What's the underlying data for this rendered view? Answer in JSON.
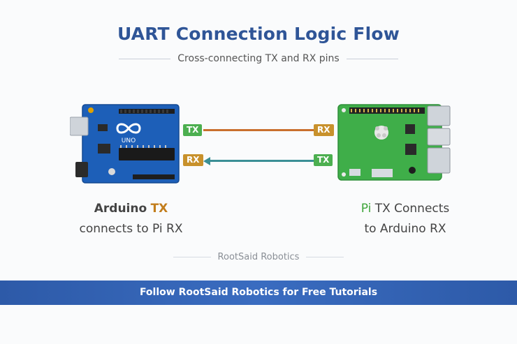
{
  "title": "UART Connection Logic Flow",
  "subtitle": "Cross-connecting TX and RX pins",
  "arduino": {
    "logo": "UNO",
    "tx_pin": "TX",
    "rx_pin": "RX",
    "caption_name": "Arduino",
    "caption_pin": "TX",
    "caption_rest": "connects to Pi RX"
  },
  "pi": {
    "rx_pin": "RX",
    "tx_pin": "TX",
    "caption_name": "Pi",
    "caption_rest1": "TX Connects",
    "caption_rest2": "to Arduino RX"
  },
  "footer": "RootSaid Robotics",
  "banner": "Follow RootSaid Robotics for Free Tutorials",
  "colors": {
    "title": "#2f5597",
    "tx_wire": "#c96f2d",
    "rx_wire": "#3a8f95",
    "pin_green": "#4caf50",
    "pin_gold": "#c8912c",
    "banner": "#2d5aa8"
  }
}
